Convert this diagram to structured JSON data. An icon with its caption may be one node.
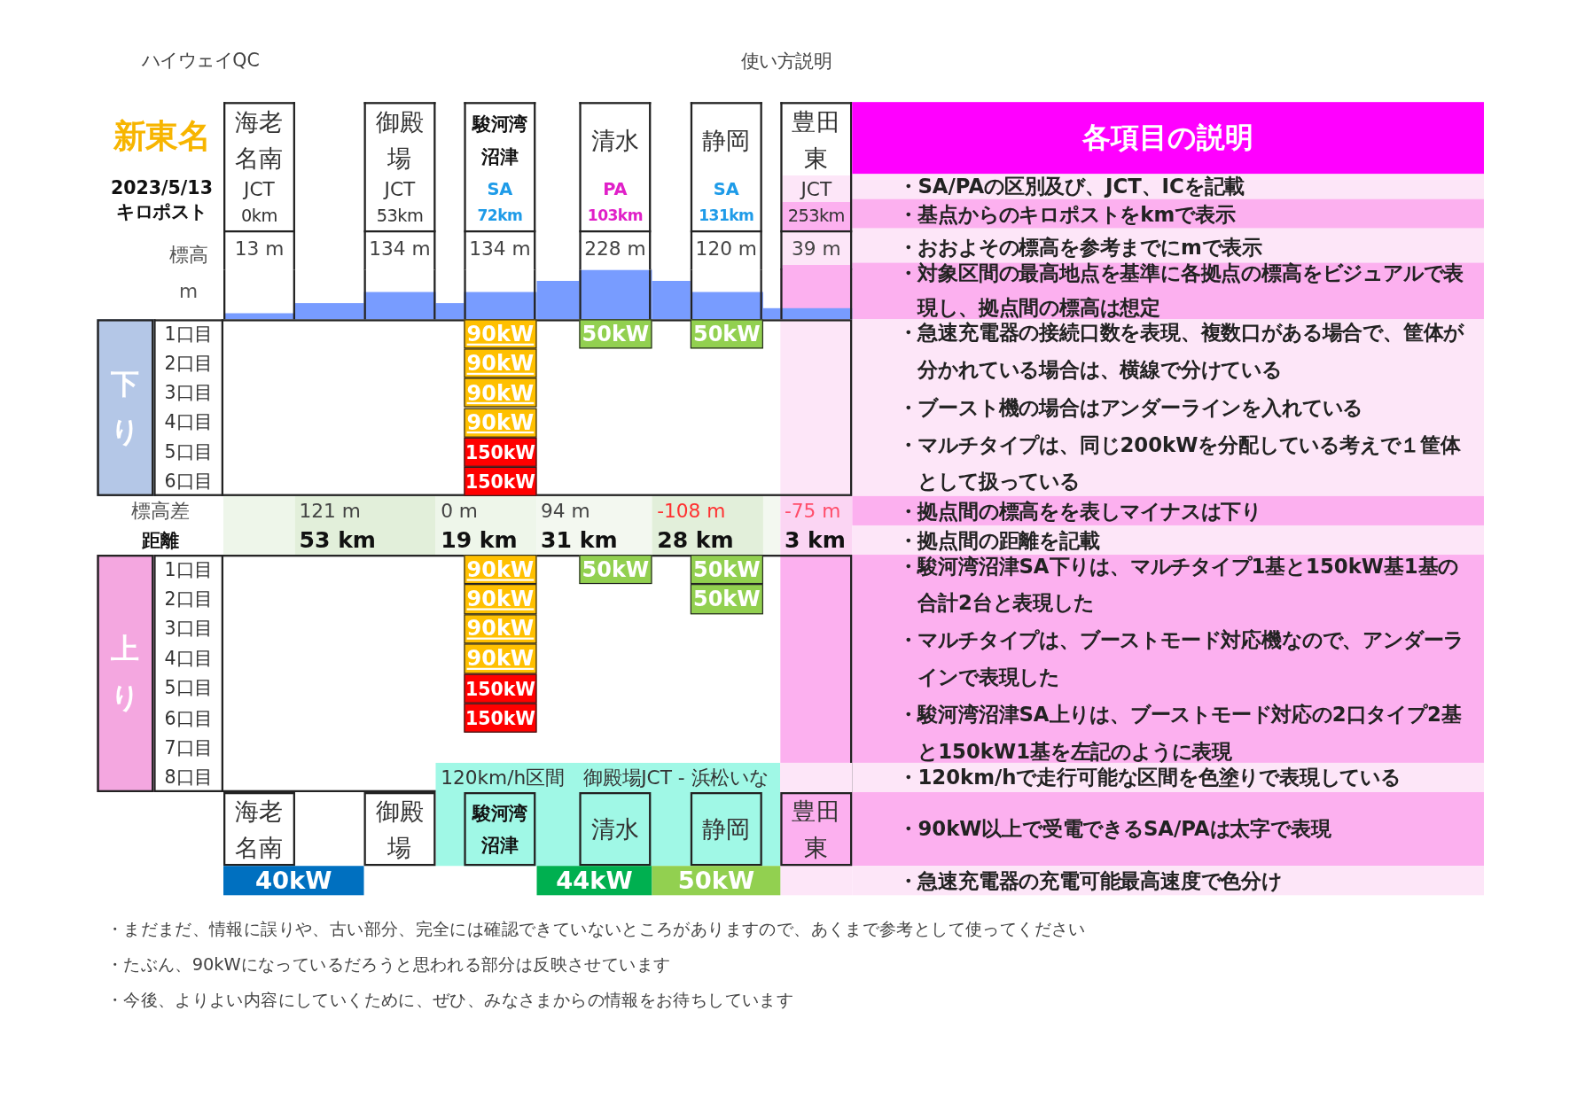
{
  "diagram": {
    "title": "ハイウェイQC",
    "nodes": [
      {
        "text": [
          "海老名南",
          "JCT",
          "0km",
          "13 m"
        ]
      },
      {
        "text": [
          "御殿場",
          "JCT",
          "53km",
          "134 m"
        ]
      },
      {
        "text": [
          "駿河湾沼津",
          "SA",
          "72km",
          "134 m"
        ]
      },
      {
        "text": [
          "清水",
          "PA",
          "103km",
          "228 m"
        ]
      },
      {
        "text": [
          "静岡",
          "SA",
          "131km",
          "120 m"
        ]
      },
      {
        "text": [
          "豊田東",
          "JCT",
          "253km",
          "39 m"
        ]
      },
      {
        "text": [
          "各項目の説明"
        ]
      },
      {
        "text": [
          "下り"
        ]
      },
      {
        "text": [
          "90kW"
        ]
      },
      {
        "text": [
          "50kW"
        ]
      },
      {
        "text": [
          "50kW"
        ]
      },
      {
        "text": [
          "90kW"
        ]
      },
      {
        "text": [
          "90kW"
        ]
      },
      {
        "text": [
          "90kW"
        ]
      },
      {
        "text": [
          "150kW"
        ]
      },
      {
        "text": [
          "150kW"
        ]
      },
      {
        "text": [
          "上り"
        ]
      },
      {
        "text": [
          "90kW"
        ]
      },
      {
        "text": [
          "50kW"
        ]
      },
      {
        "text": [
          "50kW"
        ]
      },
      {
        "text": [
          "90kW"
        ]
      },
      {
        "text": [
          "50kW"
        ]
      },
      {
        "text": [
          "90kW"
        ]
      },
      {
        "text": [
          "90kW"
        ]
      },
      {
        "text": [
          "150kW"
        ]
      },
      {
        "text": [
          "150kW"
        ]
      },
      {
        "text": [
          "120km/h区間　御殿場JCT - 浜松いな"
        ]
      },
      {
        "text": [
          "海老名南"
        ]
      },
      {
        "text": [
          "御殿場"
        ]
      },
      {
        "text": [
          "駿河湾沼津"
        ]
      },
      {
        "text": [
          "清水"
        ]
      },
      {
        "text": [
          "静岡"
        ]
      },
      {
        "text": [
          "豊田東"
        ]
      },
      {
        "text": [
          "40kW"
        ]
      },
      {
        "text": [
          "44kW"
        ]
      },
      {
        "text": [
          "50kW"
        ]
      }
    ],
    "labels": [
      "使い方説明",
      "新東名",
      "2023/5/13",
      "キロポスト",
      "標高",
      "m",
      "1口目",
      "2口目",
      "3口目",
      "4口目",
      "5口目",
      "6口目",
      "標高差",
      "121 m",
      "0 m",
      "94 m",
      "-108 m",
      "-75 m",
      "距離",
      "53 km",
      "19 km",
      "31 km",
      "28 km",
      "3 km",
      "1口目",
      "2口目",
      "3口目",
      "4口目",
      "5口目",
      "6口目",
      "7口目",
      "8口目",
      "・SA/PAの区別及び、JCT、ICを記載",
      "・基点からのキロポストをkmで表示",
      "・おおよその標高を参考までにmで表示",
      "・対象区間の最高地点を基準に各拠点の標高をビジュアルで表現し、拠点間の標高は想定",
      "・急速充電器の接続口数を表現、複数口がある場合で、筐体が分かれている場合は、横線で分けている",
      "・ブースト機の場合はアンダーラインを入れている",
      "・マルチタイプは、同じ200kWを分配している考えで１筐体として扱っている",
      "・拠点間の標高をを表しマイナスは下り",
      "・拠点間の距離を記載",
      "・駿河湾沼津SA下りは、マルチタイプ1基と150kW基1基の合計2台と表現した",
      "・マルチタイプは、ブーストモード対応機なので、アンダーラインで表現した",
      "・駿河湾沼津SA上りは、ブーストモード対応の2口タイプ2基と150kW1基を左記のように表現",
      "・120km/hで走行可能な区間を色塗りで表現している",
      "・90kW以上で受電できるSA/PAは太字で表現",
      "・急速充電器の充電可能最高速度で色分け",
      "・まだまだ、情報に誤りや、古い部分、完全には確認できていないところがありますので、あくまで参考として使ってください",
      "・たぶん、90kWになっているだろうと思われる部分は反映させています",
      "・今後、よりよい内容にしていくために、ぜひ、みなさまからの情報をお待ちしています"
    ]
  }
}
